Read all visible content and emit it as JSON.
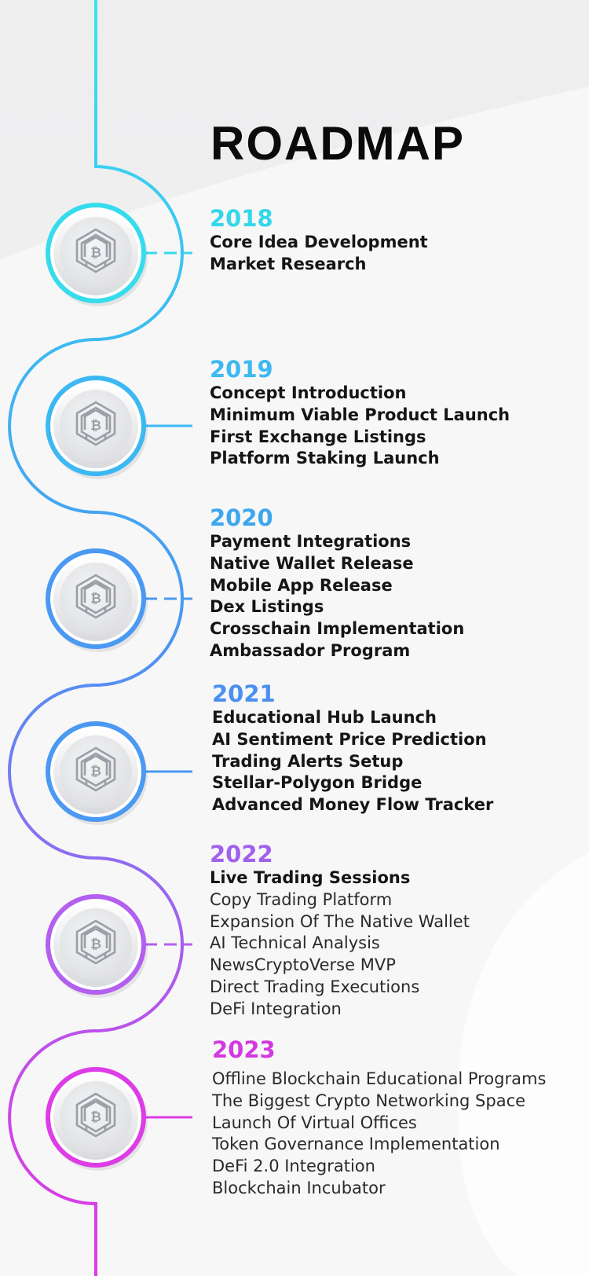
{
  "title": "ROADMAP",
  "colors": {
    "cyan": "#36dcec",
    "sky": "#3cb8f2",
    "blue": "#4a99f2",
    "violet": "#8b6ef0",
    "purple": "#b35fef",
    "magenta": "#dd3ce6",
    "icon": "#9a9ea6",
    "text": "#151515"
  },
  "milestones": [
    {
      "year": "2018",
      "year_color": "#34d7ea",
      "icon": "bitcoin-hexagon-icon",
      "items": [
        "Core Idea Development",
        "Market Research"
      ]
    },
    {
      "year": "2019",
      "year_color": "#3db9f0",
      "icon": "bitcoin-hexagon-icon",
      "items": [
        "Concept Introduction",
        "Minimum Viable Product Launch",
        "First Exchange Listings",
        "Platform Staking Launch"
      ]
    },
    {
      "year": "2020",
      "year_color": "#3ca6ef",
      "icon": "bitcoin-hexagon-icon",
      "items": [
        "Payment Integrations",
        "Native Wallet Release",
        "Mobile App Release",
        "Dex Listings",
        "Crosschain Implementation",
        "Ambassador Program"
      ]
    },
    {
      "year": "2021",
      "year_color": "#4b8ff0",
      "icon": "bitcoin-hexagon-icon",
      "items": [
        "Educational Hub Launch",
        "AI Sentiment Price Prediction",
        "Trading Alerts Setup",
        "Stellar-Polygon Bridge",
        "Advanced Money Flow Tracker"
      ]
    },
    {
      "year": "2022",
      "year_color": "#a160ef",
      "icon": "bitcoin-hexagon-icon",
      "items": [
        "Live Trading Sessions",
        "Copy Trading Platform",
        "Expansion Of The Native Wallet",
        "AI Technical Analysis",
        "NewsCryptoVerse MVP",
        "Direct Trading Executions",
        "DeFi Integration"
      ]
    },
    {
      "year": "2023",
      "year_color": "#d339e0",
      "icon": "bitcoin-hexagon-icon",
      "items": [
        "Offline Blockchain Educational Programs",
        "The Biggest Crypto Networking Space",
        "Launch Of Virtual Offices",
        "Token Governance Implementation",
        "DeFi 2.0 Integration",
        "Blockchain Incubator"
      ]
    }
  ]
}
